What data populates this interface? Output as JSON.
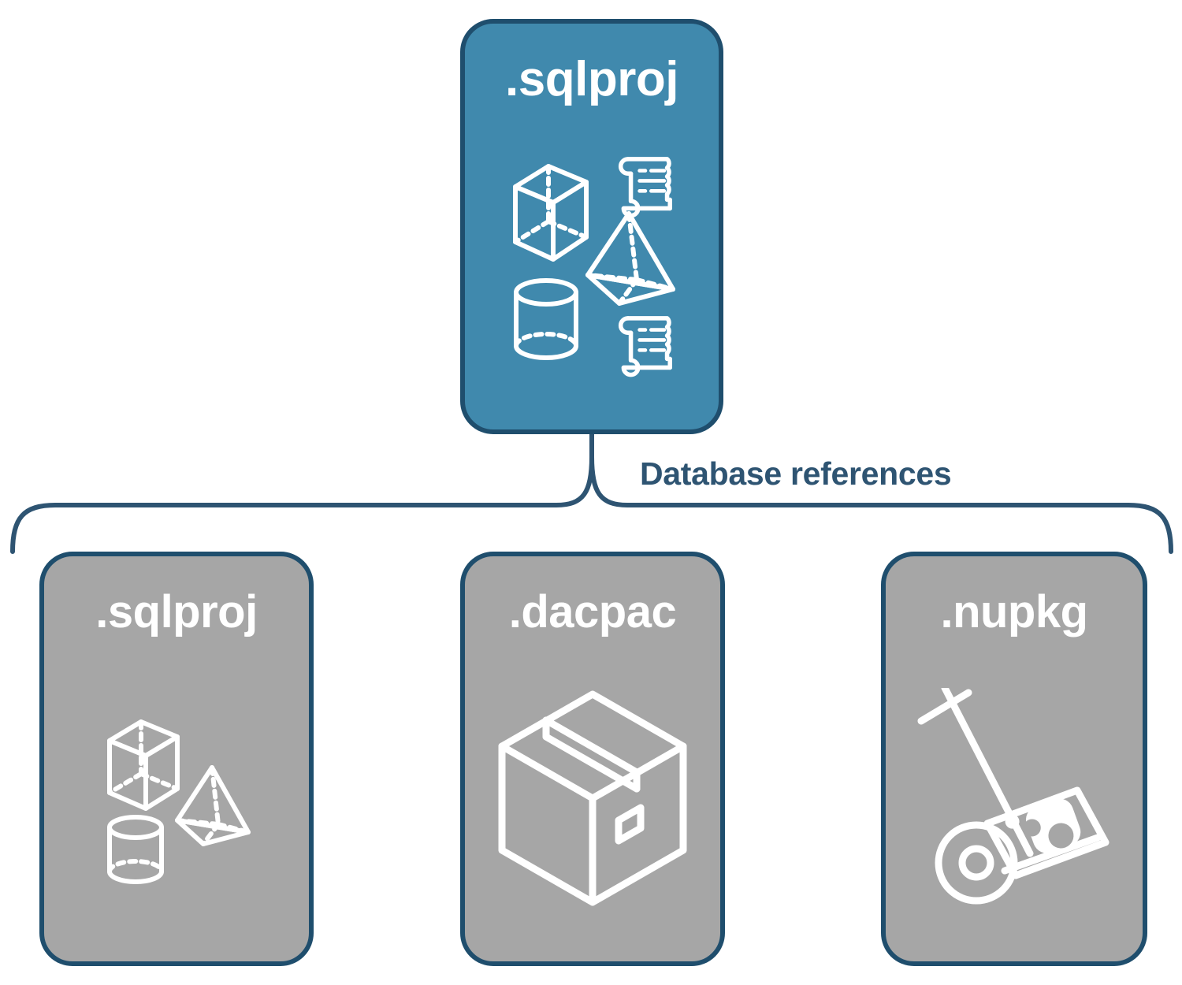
{
  "diagram": {
    "title_node": {
      "label": ".sqlproj",
      "fill_color": "#4089ad",
      "border_color": "#1f4e6d",
      "text_color": "#ffffff",
      "icons": [
        "cube-icon",
        "scroll-icon",
        "pyramid-icon",
        "cylinder-icon",
        "scroll-icon"
      ]
    },
    "connector": {
      "label": "Database references",
      "label_color": "#2e5472",
      "line_color": "#2e5472"
    },
    "reference_nodes": [
      {
        "label": ".sqlproj",
        "fill_color": "#a6a6a6",
        "border_color": "#1f4e6d",
        "text_color": "#ffffff",
        "icons": [
          "cube-icon",
          "pyramid-icon",
          "cylinder-icon"
        ]
      },
      {
        "label": ".dacpac",
        "fill_color": "#a6a6a6",
        "border_color": "#1f4e6d",
        "text_color": "#ffffff",
        "icons": [
          "package-box-icon"
        ]
      },
      {
        "label": ".nupkg",
        "fill_color": "#a6a6a6",
        "border_color": "#1f4e6d",
        "text_color": "#ffffff",
        "icons": [
          "hand-truck-package-icon"
        ]
      }
    ]
  }
}
